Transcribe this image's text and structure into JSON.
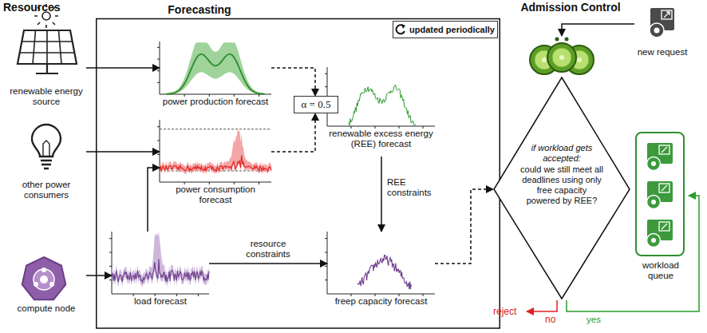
{
  "diagram": {
    "nodes": [
      {
        "text": [
          "renewable energy source"
        ]
      },
      {
        "text": [
          "other power consumers"
        ]
      },
      {
        "text": [
          "compute node"
        ]
      },
      {
        "text": [
          "Forecasting"
        ]
      },
      {
        "text": [
          "updated periodically"
        ],
        "in": 3
      },
      {
        "text": [
          "power production forecast"
        ],
        "in": 3
      },
      {
        "text": [
          "power consumption forecast"
        ],
        "in": 3
      },
      {
        "text": [
          "α = 0.5"
        ],
        "in": 3
      },
      {
        "text": [
          "renewable excess energy (REE) forecast"
        ],
        "in": 3
      },
      {
        "text": [
          "load forecast"
        ],
        "in": 3
      },
      {
        "text": [
          "freep capacity forecast"
        ],
        "in": 3
      },
      {
        "text": [
          "new request"
        ]
      },
      {
        "text": [
          "if workload gets accepted:",
          "could we still meet all deadlines using only free capacity powered by REE?"
        ]
      },
      {
        "text": [
          "workload queue"
        ]
      }
    ],
    "edges": [
      {
        "from": 0,
        "to": 5,
        "arrow": "to"
      },
      {
        "from": 1,
        "to": 6,
        "arrow": "to"
      },
      {
        "from": 2,
        "to": 9,
        "arrow": "to"
      },
      {
        "from": 9,
        "to": 6,
        "arrow": "to"
      },
      {
        "from": 5,
        "to": 7,
        "arrow": "to"
      },
      {
        "from": 6,
        "to": 7,
        "arrow": "to"
      },
      {
        "from": 8,
        "to": 10,
        "label": "REE constraints",
        "arrow": "to"
      },
      {
        "from": 9,
        "to": 10,
        "label": "resource constraints",
        "arrow": "to"
      },
      {
        "from": 10,
        "to": 12,
        "arrow": "to"
      },
      {
        "from": 11,
        "to": 12,
        "arrow": "to"
      },
      {
        "from": 12,
        "to": 13,
        "label": "yes",
        "arrow": "to"
      }
    ],
    "labels": [
      "Resources",
      "Admission Control",
      "reject",
      "no"
    ]
  }
}
